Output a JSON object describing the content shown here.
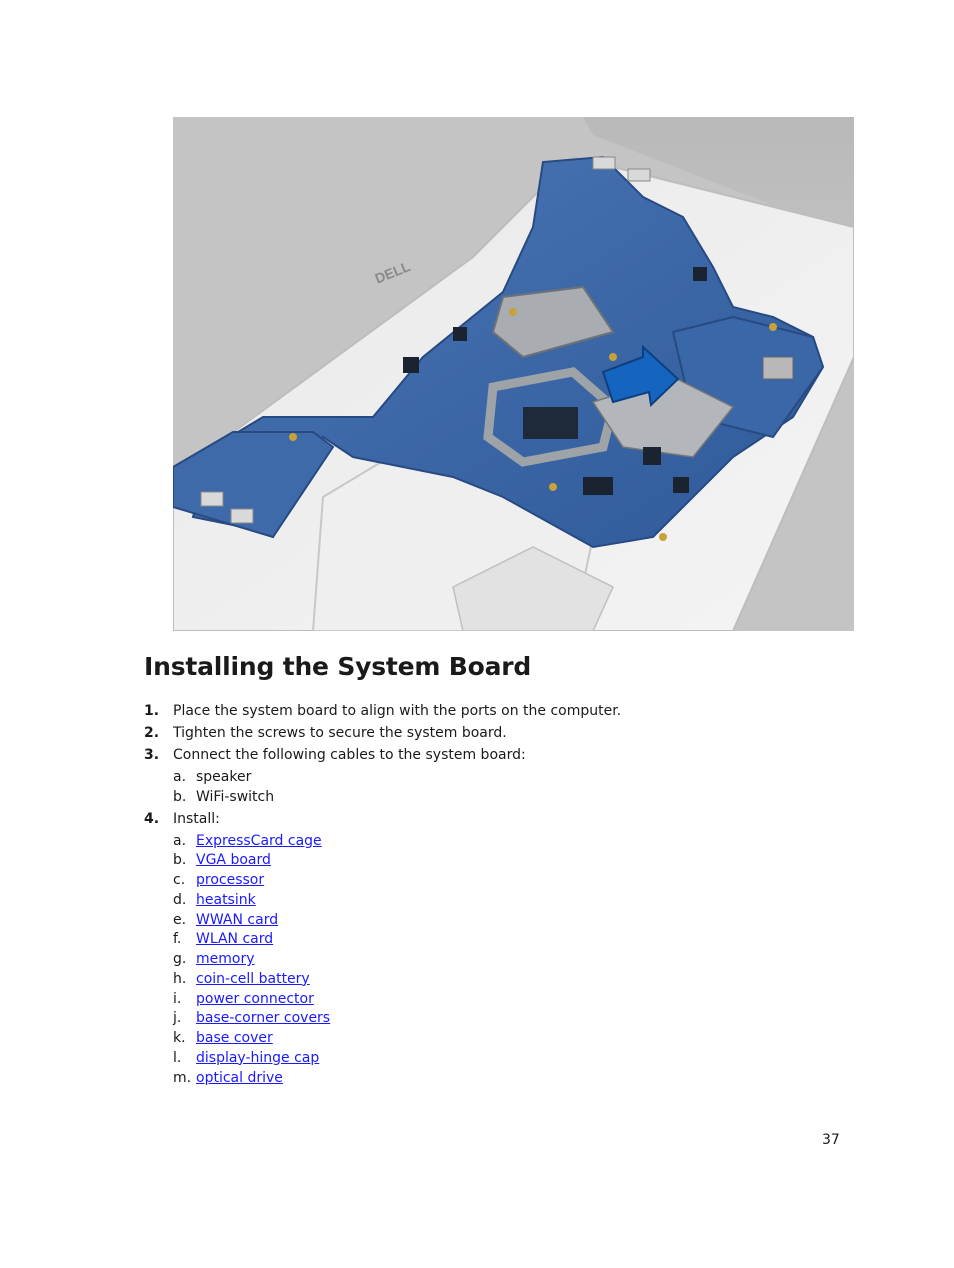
{
  "figure": {
    "description_icon": "system-board-photo",
    "logo_text": "DELL",
    "arrow_color": "#1565c0"
  },
  "section": {
    "title": "Installing the System Board"
  },
  "steps": [
    {
      "number": "1.",
      "text": "Place the system board to align with the ports on the computer."
    },
    {
      "number": "2.",
      "text": "Tighten the screws to secure the system board."
    },
    {
      "number": "3.",
      "text": "Connect the following cables to the system board:",
      "items": [
        {
          "letter": "a.",
          "label": "speaker"
        },
        {
          "letter": "b.",
          "label": "WiFi-switch"
        }
      ]
    },
    {
      "number": "4.",
      "text": "Install:",
      "links": [
        {
          "letter": "a.",
          "label": "ExpressCard cage"
        },
        {
          "letter": "b.",
          "label": "VGA board"
        },
        {
          "letter": "c.",
          "label": "processor"
        },
        {
          "letter": "d.",
          "label": "heatsink"
        },
        {
          "letter": "e.",
          "label": "WWAN card"
        },
        {
          "letter": "f.",
          "label": "WLAN card"
        },
        {
          "letter": "g.",
          "label": "memory"
        },
        {
          "letter": "h.",
          "label": "coin-cell battery"
        },
        {
          "letter": "i.",
          "label": "power connector"
        },
        {
          "letter": "j.",
          "label": "base-corner covers"
        },
        {
          "letter": "k.",
          "label": "base cover"
        },
        {
          "letter": "l.",
          "label": "display-hinge cap"
        },
        {
          "letter": "m.",
          "label": "optical drive"
        }
      ]
    }
  ],
  "page_number": "37"
}
